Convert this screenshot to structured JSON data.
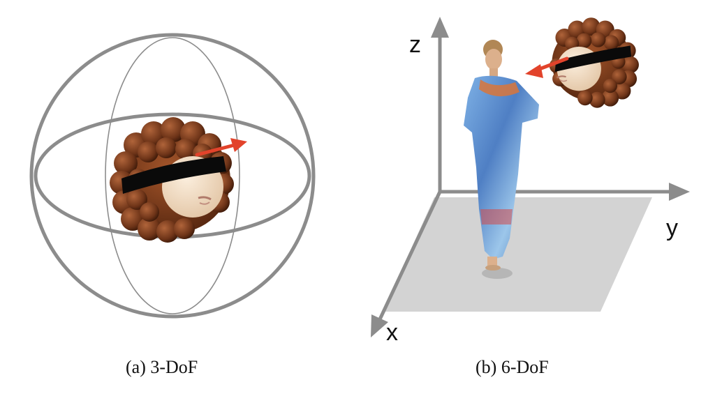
{
  "panels": [
    {
      "id": "a",
      "caption": "(a)  3-DoF"
    },
    {
      "id": "b",
      "caption": "(b)  6-DoF"
    }
  ],
  "axes": {
    "z": "z",
    "y": "y",
    "x": "x"
  },
  "colors": {
    "wire": "#8c8c8c",
    "arrow": "#e2432b",
    "floor": "#d3d3d3",
    "hair": "#7a3b1c",
    "hair_dark": "#4e2310",
    "skin": "#f1dcc4",
    "blindfold": "#0a0a0a",
    "dress_blue": "#5d8fd0"
  }
}
